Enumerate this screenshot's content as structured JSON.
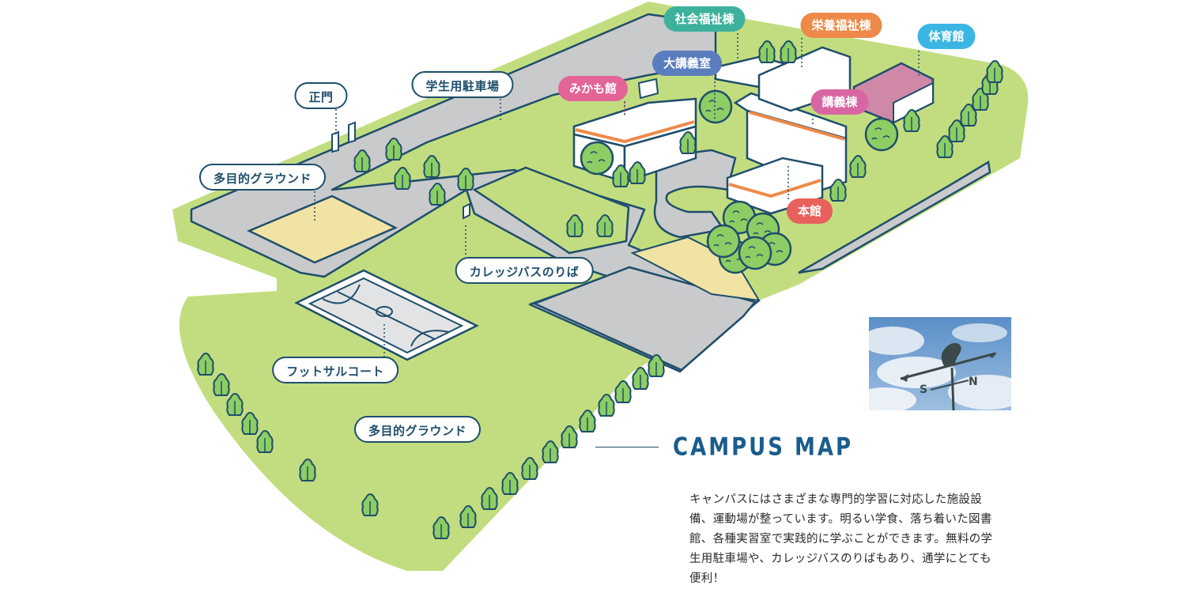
{
  "title": "CAMPUS MAP",
  "description": "キャンパスにはさまざまな専門的学習に対応した施設設備、運動場が整っています。明るい学食、落ち着いた図書館、各種実習室で実践的に学ぶことができます。無料の学生用駐車場や、カレッジバスのりばもあり、通学にとても便利！",
  "places": {
    "main_gate": "正門",
    "parking": "学生用駐車場",
    "ground_1": "多目的グラウンド",
    "bus_stop": "カレッジバスのりば",
    "futsal": "フットサルコート",
    "ground_2": "多目的グラウンド"
  },
  "buildings": {
    "mikamo": "みかも館",
    "daikogi": "大講義室",
    "shakai": "社会福祉棟",
    "eiyo": "栄養福祉棟",
    "taiiku": "体育館",
    "kogi": "講義棟",
    "honkan": "本館"
  },
  "compass": {
    "south": "S",
    "north": "N"
  },
  "colors": {
    "lawn": "#c2dd80",
    "road": "#c9cacb",
    "outline": "#1f4e6b",
    "sand": "#f1e3a4",
    "tree": "#8ccd64",
    "mikamo": "#e36496",
    "daikogi": "#5a7dbd",
    "shakai": "#3eb19c",
    "eiyo": "#ee8a49",
    "taiiku": "#3bb6e3",
    "kogi": "#d866a3",
    "honkan": "#e7605c"
  }
}
